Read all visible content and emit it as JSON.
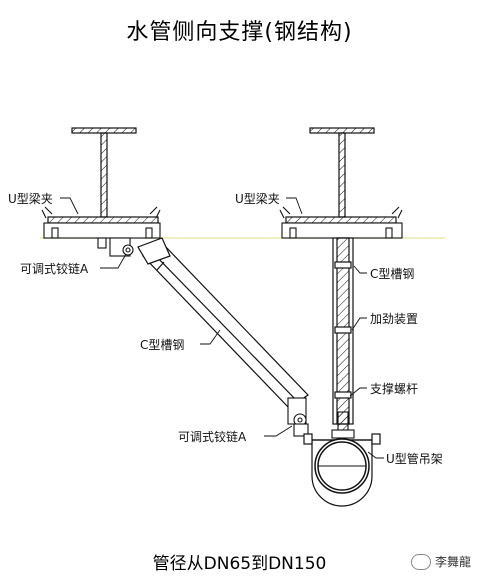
{
  "title": "水管侧向支撑(钢结构)",
  "caption": "管径从DN65到DN150",
  "watermark": "李舞龍",
  "labels": {
    "u_clamp_left": "U型梁夹",
    "u_clamp_right": "U型梁夹",
    "hinge_top": "可调式铰链A",
    "hinge_bottom": "可调式铰链A",
    "c_channel_diag": "C型槽钢",
    "c_channel_vert": "C型槽钢",
    "stiffener": "加劲装置",
    "support_bolt": "支撑螺杆",
    "u_pipe_hanger": "U型管吊架"
  },
  "colors": {
    "line": "#111111",
    "ceiling_line": "#e8e29a"
  }
}
